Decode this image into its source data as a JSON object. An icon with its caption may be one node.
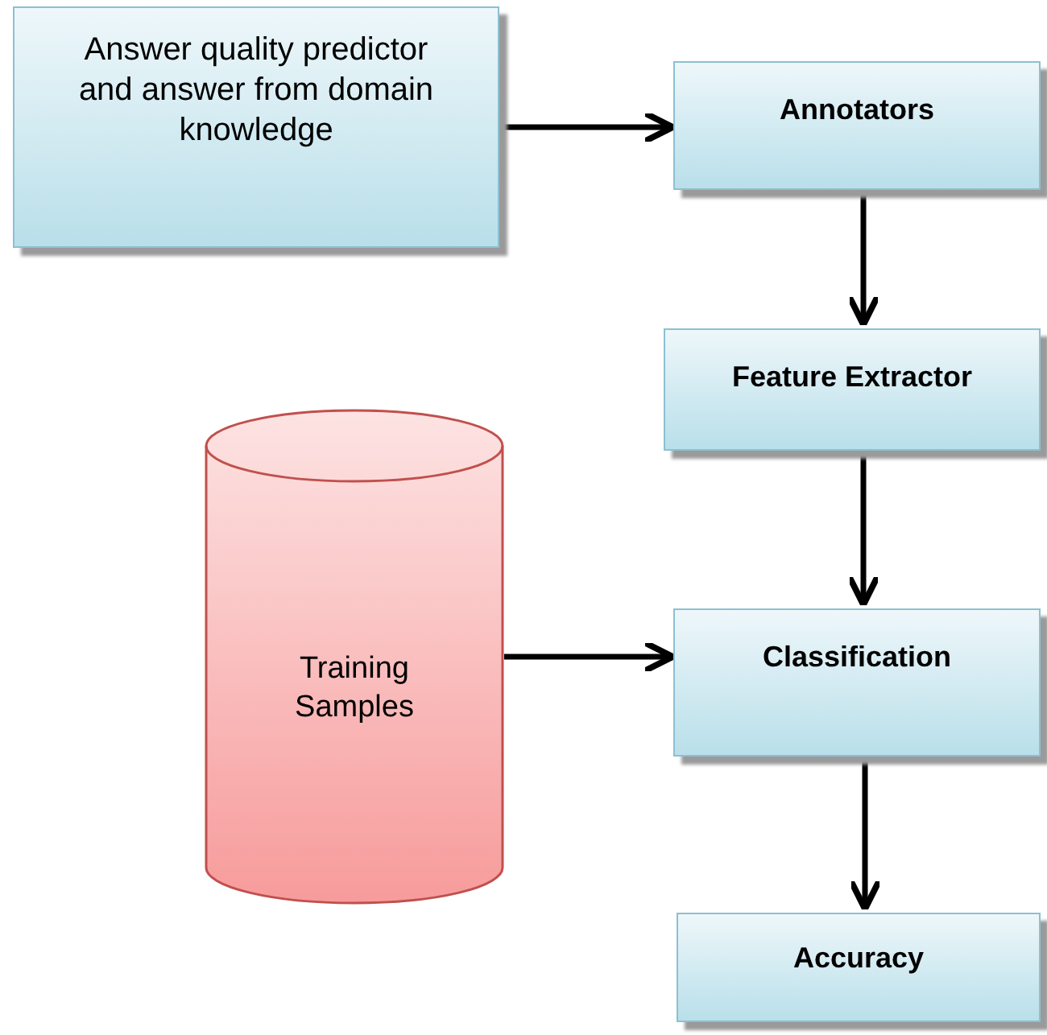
{
  "diagram": {
    "nodes": [
      {
        "text": [
          "Answer quality predictor and answer from domain knowledge"
        ]
      },
      {
        "text": [
          "Annotators"
        ]
      },
      {
        "text": [
          "Feature Extractor"
        ]
      },
      {
        "text": [
          "Training Samples"
        ]
      },
      {
        "text": [
          "Classification"
        ]
      },
      {
        "text": [
          "Accuracy"
        ]
      }
    ],
    "edges": [
      {
        "from": 0,
        "to": 1,
        "arrow": "to"
      },
      {
        "from": 1,
        "to": 2,
        "arrow": "to"
      },
      {
        "from": 2,
        "to": 4,
        "arrow": "to"
      },
      {
        "from": 3,
        "to": 4,
        "arrow": "to"
      },
      {
        "from": 4,
        "to": 5,
        "arrow": "to"
      }
    ]
  }
}
